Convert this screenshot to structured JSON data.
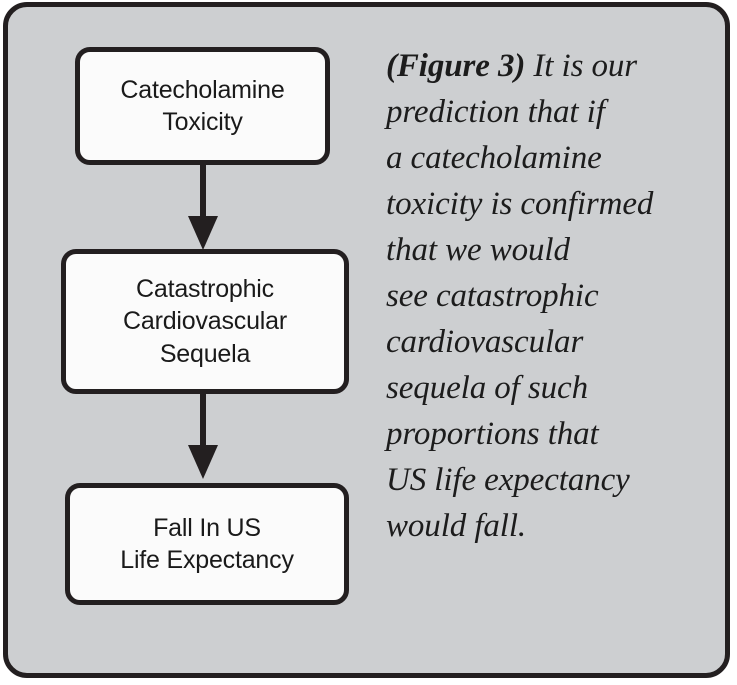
{
  "figure": {
    "background_color": "#cdcfd1",
    "border_color": "#231f20",
    "box_fill_color": "#fbfbfb",
    "text_color": "#1a1a1a"
  },
  "flowchart": {
    "nodes": [
      {
        "id": "catecholamine-toxicity",
        "text": "Catecholamine\nToxicity"
      },
      {
        "id": "cardiovascular-sequela",
        "text": "Catastrophic\nCardiovascular\nSequela"
      },
      {
        "id": "life-expectancy",
        "text": "Fall In US\nLife Expectancy"
      }
    ],
    "connectors": [
      {
        "id": "toxicity-to-sequela",
        "icon": "down-arrow-icon"
      },
      {
        "id": "sequela-to-fall",
        "icon": "down-arrow-icon"
      }
    ]
  },
  "caption": {
    "label": "(Figure 3)",
    "body": " It is our\nprediction that if\na catecholamine\ntoxicity is confirmed\nthat we would\nsee catastrophic\ncardiovascular\nsequela of such\nproportions that\nUS life expectancy\nwould fall.",
    "full_text": "(Figure 3) It is our prediction that if a catecholamine toxicity is confirmed that we would see catastrophic cardiovascular sequela of such proportions that US life expectancy would fall."
  }
}
